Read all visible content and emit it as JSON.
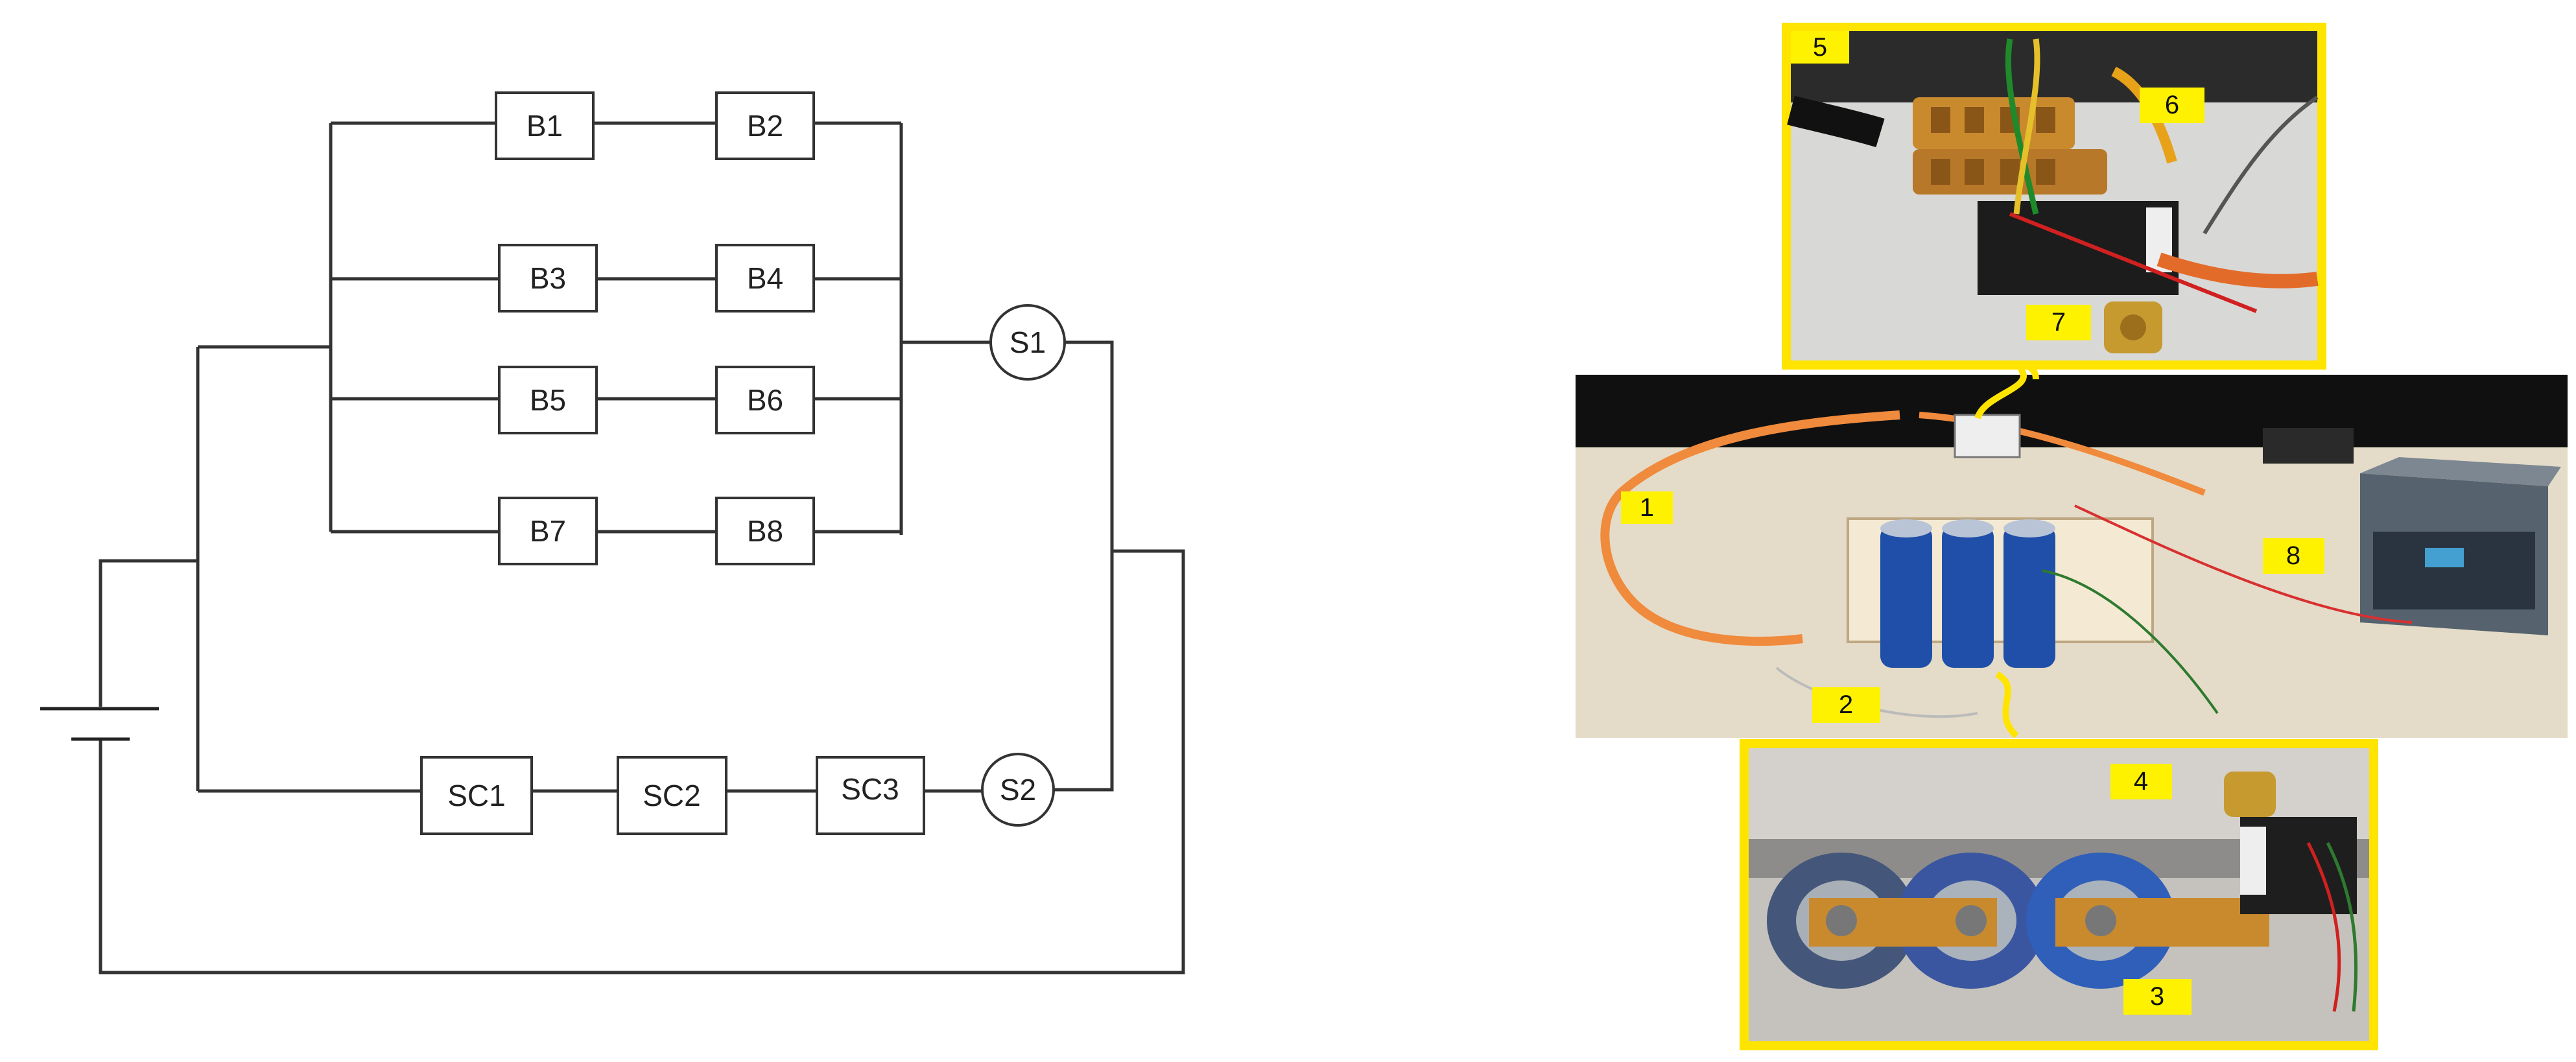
{
  "circuit": {
    "components": {
      "B1": "B1",
      "B2": "B2",
      "B3": "B3",
      "B4": "B4",
      "B5": "B5",
      "B6": "B6",
      "B7": "B7",
      "B8": "B8",
      "SC1": "SC1",
      "SC2": "SC2",
      "SC3": "SC3",
      "S1": "S1",
      "S2": "S2"
    }
  },
  "photo": {
    "markers": [
      "1",
      "2",
      "3",
      "4",
      "5",
      "6",
      "7",
      "8"
    ]
  },
  "colors": {
    "highlight_border": "#ffe400",
    "marker_bg": "#fff200",
    "cable_orange": "#f08a3c",
    "supercap_blue": "#1f4fa8",
    "copper": "#c98a2e"
  }
}
